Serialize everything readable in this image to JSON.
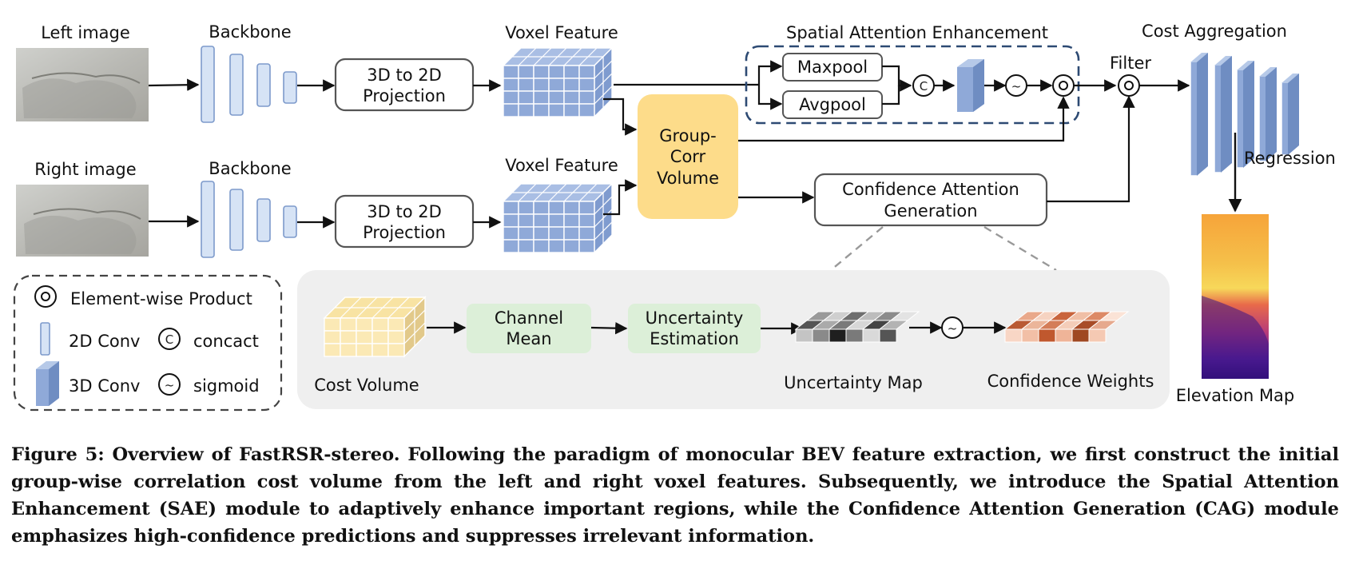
{
  "inputs": {
    "left_label": "Left image",
    "right_label": "Right image"
  },
  "backbone": {
    "top_label": "Backbone",
    "bottom_label": "Backbone"
  },
  "projection": {
    "line1": "3D to 2D",
    "line2": "Projection"
  },
  "voxel": {
    "top_label": "Voxel Feature",
    "bottom_label": "Voxel Feature"
  },
  "group_corr": {
    "line1": "Group-",
    "line2": "Corr",
    "line3": "Volume"
  },
  "sae": {
    "title": "Spatial Attention Enhancement",
    "maxpool": "Maxpool",
    "avgpool": "Avgpool",
    "concat_symbol": "C",
    "sigmoid_symbol": "~",
    "product_symbol": "◎"
  },
  "filter": {
    "label": "Filter"
  },
  "cag": {
    "line1": "Confidence Attention",
    "line2": "Generation"
  },
  "cost_aggregation": {
    "label": "Cost Aggregation"
  },
  "regression": {
    "label": "Regression"
  },
  "elevation": {
    "label": "Elevation Map"
  },
  "legend": {
    "element_wise": "Element-wise Product",
    "conv2d": "2D Conv",
    "concact": "concact",
    "conv3d": "3D Conv",
    "sigmoid": "sigmoid"
  },
  "cag_detail": {
    "cost_volume": "Cost Volume",
    "channel_mean_1": "Channel",
    "channel_mean_2": "Mean",
    "uncertainty_est_1": "Uncertainty",
    "uncertainty_est_2": "Estimation",
    "uncertainty_map": "Uncertainty Map",
    "confidence_weights": "Confidence Weights"
  },
  "colors": {
    "voxel_blue": "#8FA9D8",
    "conv_blue": "#D6E3F5",
    "group_corr_yellow": "#FDDC8A",
    "green_box": "#DCEFD8",
    "cost_yellow": "#FBE9B5",
    "sae_dash": "#2D4A73"
  },
  "caption": {
    "figure_number": "Figure 5:",
    "text": "Overview of FastRSR-stereo. Following the paradigm of monocular BEV feature extraction, we first construct the initial group-wise correlation cost volume from the left and right voxel features. Subsequently, we introduce the Spatial Attention Enhancement (SAE) module to adaptively enhance important regions, while the Confidence Attention Generation (CAG) module emphasizes high-confidence predictions and suppresses irrelevant information."
  }
}
